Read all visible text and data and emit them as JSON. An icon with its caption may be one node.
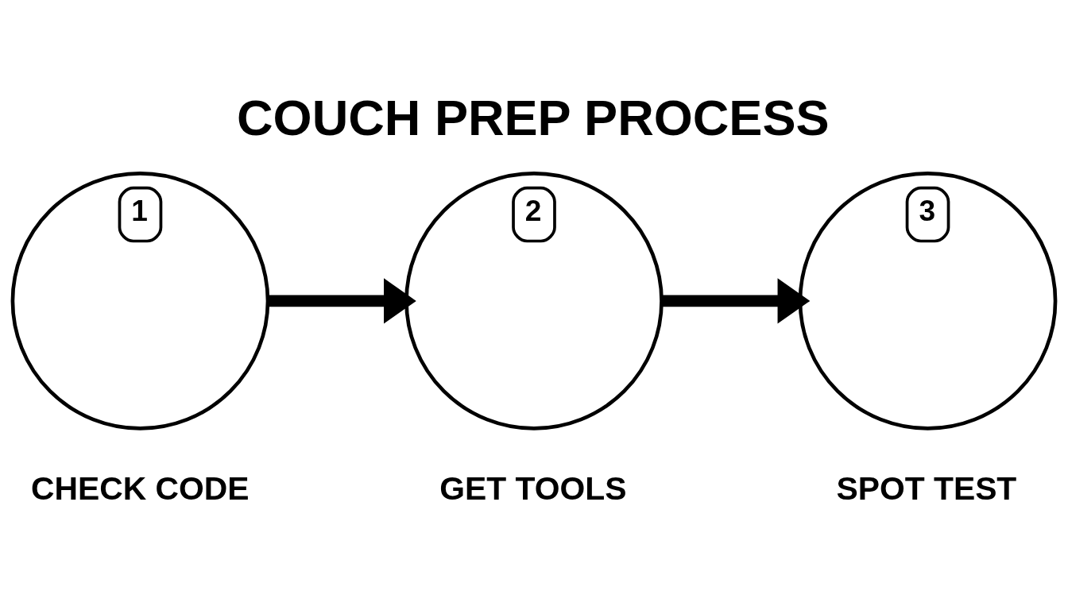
{
  "diagram": {
    "title": "COUCH PREP PROCESS",
    "nodes": [
      {
        "text": [
          "1"
        ],
        "beside": [
          "CHECK CODE"
        ]
      },
      {
        "text": [
          "2"
        ],
        "beside": [
          "GET TOOLS"
        ]
      },
      {
        "text": [
          "3"
        ],
        "beside": [
          "SPOT TEST"
        ]
      }
    ],
    "edges": [
      {
        "from": 0,
        "to": 1,
        "arrow": "to"
      },
      {
        "from": 1,
        "to": 2,
        "arrow": "to"
      }
    ]
  }
}
